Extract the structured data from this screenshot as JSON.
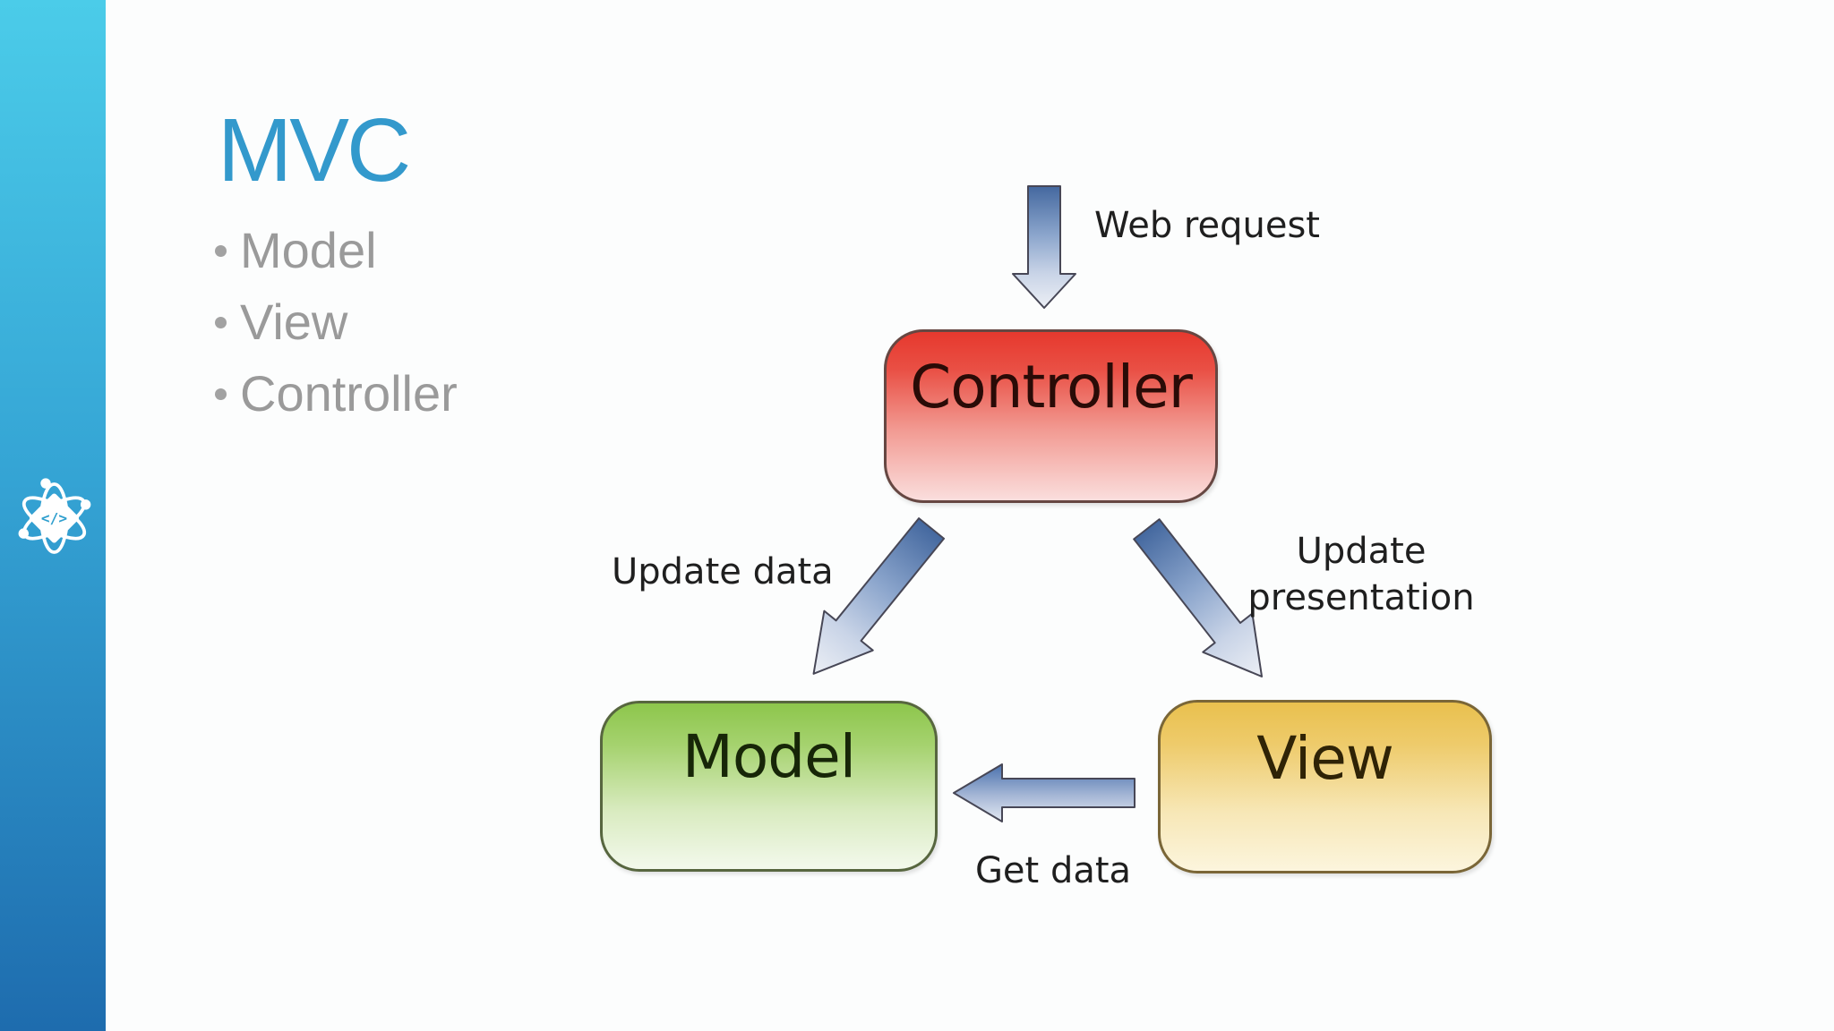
{
  "slide": {
    "title": "MVC",
    "bullet_glyph": "•",
    "bullets": [
      "Model",
      "View",
      "Controller"
    ]
  },
  "logo": {
    "name": "atom-code-logo",
    "glyph": "</>"
  },
  "diagram": {
    "nodes": {
      "controller": {
        "label": "Controller",
        "fill_top": "#e6392e",
        "fill_bottom": "#fadedd",
        "border": "#664742"
      },
      "model": {
        "label": "Model",
        "fill_top": "#8dc64c",
        "fill_bottom": "#f3f9ec",
        "border": "#57663f"
      },
      "view": {
        "label": "View",
        "fill_top": "#e9c04e",
        "fill_bottom": "#fcf5dd",
        "border": "#7a6637"
      }
    },
    "edges": {
      "web_request": {
        "label": "Web request",
        "to": "controller"
      },
      "update_data": {
        "label": "Update data",
        "from": "controller",
        "to": "model"
      },
      "update_presentation": {
        "label": "Update presentation",
        "from": "controller",
        "to": "view"
      },
      "get_data": {
        "label": "Get data",
        "from": "view",
        "to": "model"
      }
    }
  },
  "colors": {
    "background": "#fcfdfd",
    "title_accent": "#3399cc",
    "bullet_text": "#9a9a9a",
    "sidebar_top": "#4bcce9",
    "sidebar_bottom": "#1e6cae",
    "arrow_dark": "#44689f",
    "arrow_light": "#eceff5",
    "label_text": "#1f1f1f"
  }
}
